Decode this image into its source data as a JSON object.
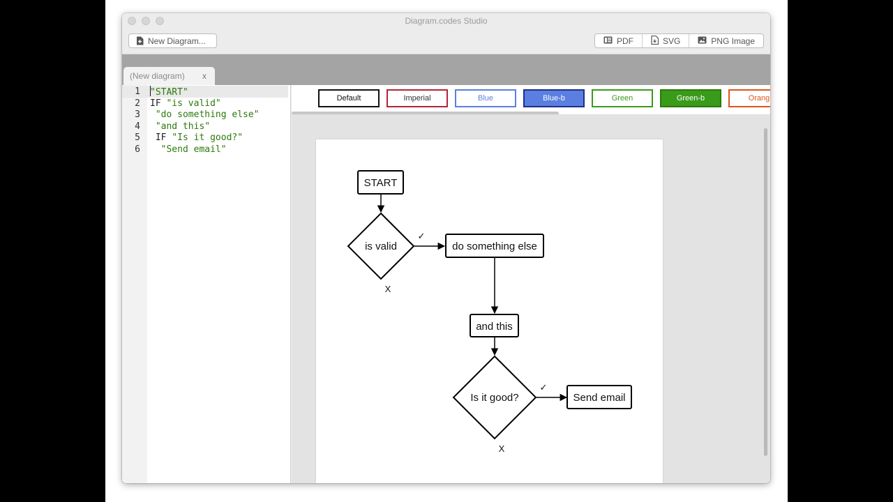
{
  "window": {
    "title": "Diagram.codes Studio"
  },
  "toolbar": {
    "new_diagram": "New Diagram...",
    "export": [
      {
        "label": "PDF",
        "icon": "pdf-icon"
      },
      {
        "label": "SVG",
        "icon": "svg-icon"
      },
      {
        "label": "PNG Image",
        "icon": "image-icon"
      }
    ]
  },
  "tab": {
    "label": "(New diagram)",
    "close": "x"
  },
  "editor": {
    "lines": [
      {
        "num": "1",
        "kw": "",
        "str": "\"START\""
      },
      {
        "num": "2",
        "kw": "IF ",
        "str": "\"is valid\""
      },
      {
        "num": "3",
        "kw": " ",
        "str": "\"do something else\""
      },
      {
        "num": "4",
        "kw": " ",
        "str": "\"and this\""
      },
      {
        "num": "5",
        "kw": " IF ",
        "str": "\"Is it good?\""
      },
      {
        "num": "6",
        "kw": "  ",
        "str": "\"Send email\""
      }
    ]
  },
  "themes": [
    {
      "label": "Default",
      "color": "#111111",
      "fill": "#ffffff",
      "text": "#111111"
    },
    {
      "label": "Imperial",
      "color": "#b2243a",
      "fill": "#ffffff",
      "text": "#333333"
    },
    {
      "label": "Blue",
      "color": "#5b7fe0",
      "fill": "#ffffff",
      "text": "#5b7fe0"
    },
    {
      "label": "Blue-b",
      "color": "#1c2f8c",
      "fill": "#5b7fe0",
      "text": "#ffffff"
    },
    {
      "label": "Green",
      "color": "#3a9a1a",
      "fill": "#ffffff",
      "text": "#3a9a1a"
    },
    {
      "label": "Green-b",
      "color": "#2b7a0b",
      "fill": "#3a9a1a",
      "text": "#ffffff"
    },
    {
      "label": "Orang",
      "color": "#e0531a",
      "fill": "#ffffff",
      "text": "#e0531a"
    }
  ],
  "diagram": {
    "nodes": {
      "start": "START",
      "is_valid": "is valid",
      "do_something": "do something else",
      "and_this": "and this",
      "is_good": "Is it good?",
      "send_email": "Send email"
    },
    "yes_mark": "✓",
    "no_mark": "X"
  }
}
